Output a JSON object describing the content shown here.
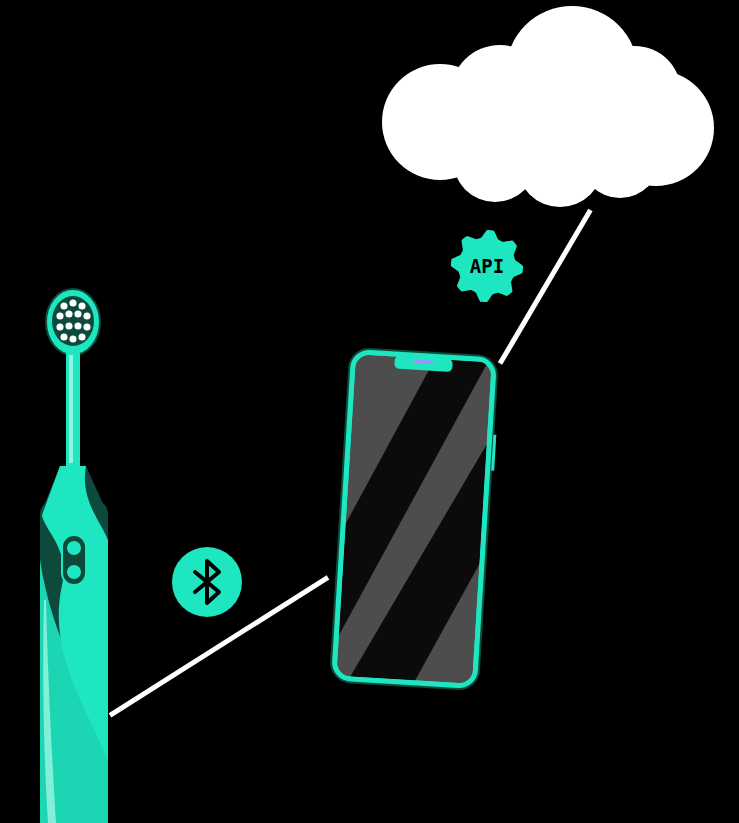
{
  "diagram": {
    "nodes": [
      {
        "text": []
      },
      {
        "text": []
      },
      {
        "text": []
      }
    ],
    "edges": [
      {
        "from": 0,
        "to": 1,
        "arrow": "none"
      },
      {
        "from": 1,
        "to": 2,
        "arrow": "none",
        "label": "API"
      }
    ]
  }
}
